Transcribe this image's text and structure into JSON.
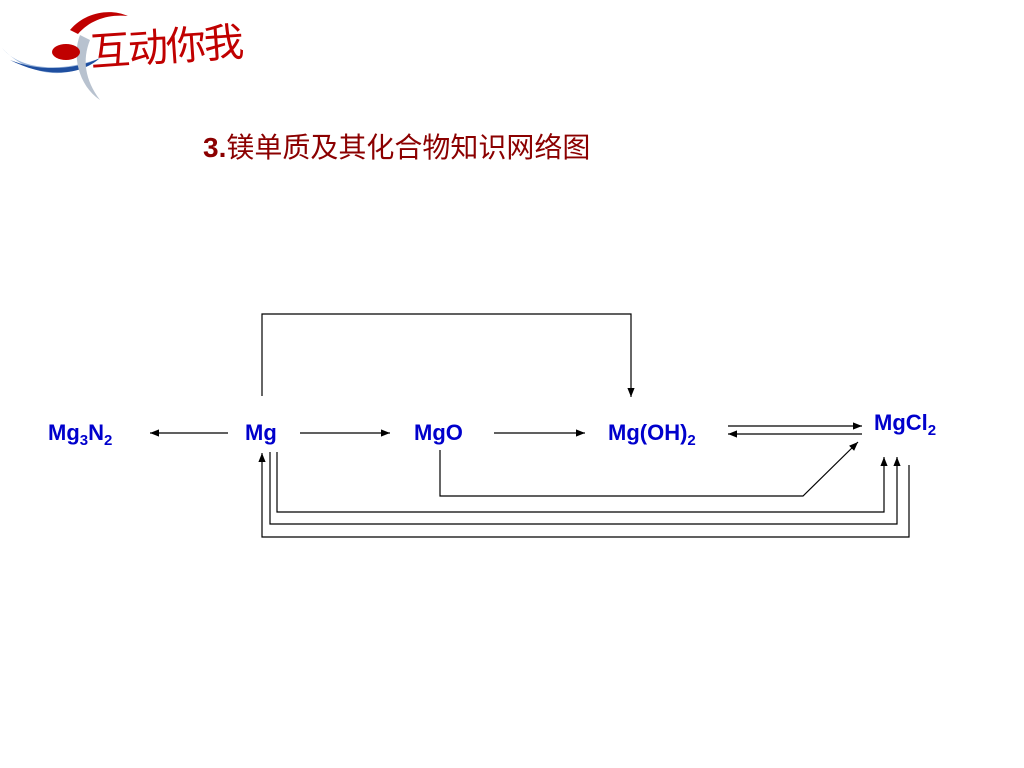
{
  "logo": {
    "text": "互动你我",
    "colors": {
      "red": "#c00000",
      "blue": "#1f4fa0",
      "lightblue": "#9fb8dc"
    }
  },
  "title": {
    "number": "3.",
    "text": "镁单质及其化合物知识网络图"
  },
  "diagram": {
    "color": "#0000cc",
    "nodes": [
      {
        "id": "mg3n2",
        "parts": [
          "Mg",
          "3",
          "N",
          "2"
        ],
        "sub": [
          false,
          true,
          false,
          true
        ]
      },
      {
        "id": "mg",
        "parts": [
          "Mg"
        ],
        "sub": [
          false
        ]
      },
      {
        "id": "mgo",
        "parts": [
          "MgO"
        ],
        "sub": [
          false
        ]
      },
      {
        "id": "mgoh2",
        "parts": [
          "Mg(OH)",
          "2"
        ],
        "sub": [
          false,
          true
        ]
      },
      {
        "id": "mgcl2",
        "parts": [
          "MgCl",
          "2"
        ],
        "sub": [
          false,
          true
        ]
      }
    ],
    "edges": [
      {
        "from": "mg",
        "to": "mg3n2"
      },
      {
        "from": "mg",
        "to": "mgo"
      },
      {
        "from": "mgo",
        "to": "mgoh2"
      },
      {
        "from": "mg",
        "to": "mgoh2"
      },
      {
        "from": "mgoh2",
        "to": "mgcl2"
      },
      {
        "from": "mgcl2",
        "to": "mgoh2"
      },
      {
        "from": "mgo",
        "to": "mgcl2"
      },
      {
        "from": "mg",
        "to": "mgcl2"
      },
      {
        "from": "mgcl2",
        "to": "mg"
      }
    ]
  }
}
